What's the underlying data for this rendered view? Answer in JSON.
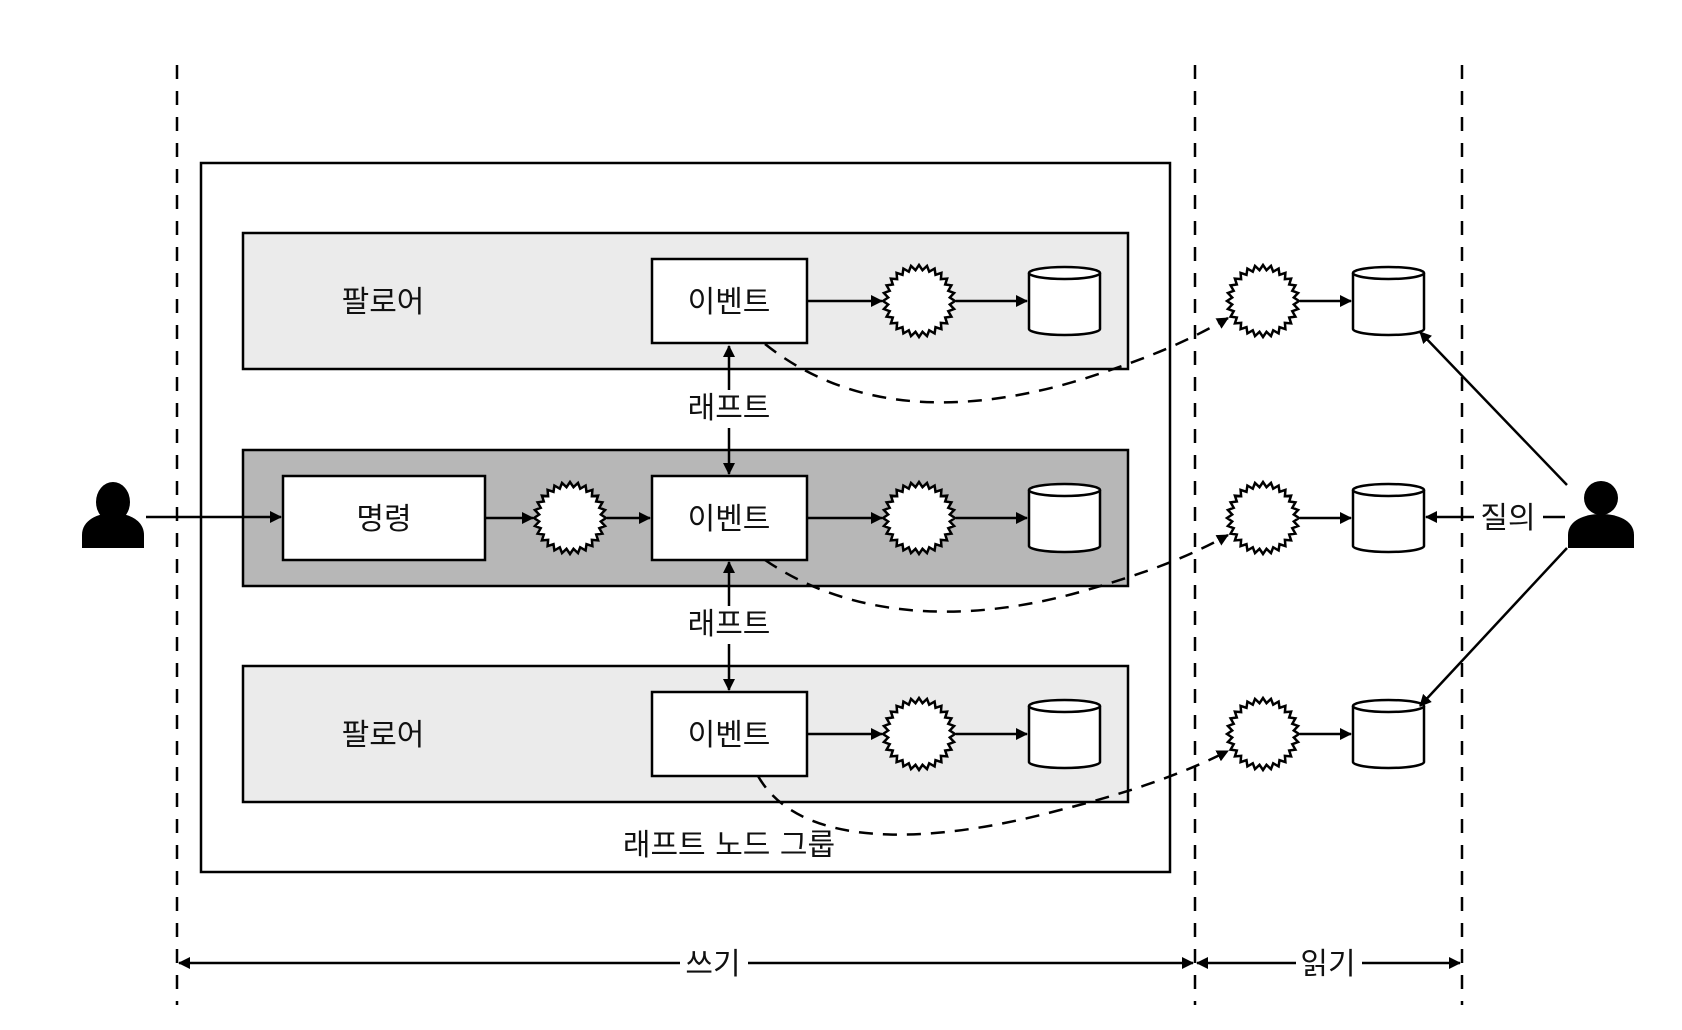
{
  "diagram": {
    "zones": [
      {
        "id": "write",
        "label": "쓰기"
      },
      {
        "id": "read",
        "label": "읽기"
      }
    ],
    "raft_group": {
      "label": "래프트 노드 그룹",
      "rows": [
        {
          "id": "follower-top",
          "role": "팔로어",
          "shade": "#ebebeb",
          "event_label": "이벤트"
        },
        {
          "id": "leader",
          "role": "",
          "shade": "#b7b7b7",
          "command_label": "명령",
          "event_label": "이벤트"
        },
        {
          "id": "follower-bottom",
          "role": "팔로어",
          "shade": "#ebebeb",
          "event_label": "이벤트"
        }
      ],
      "raft_links": [
        "래프트",
        "래프트"
      ]
    },
    "query_label": "질의",
    "actors": [
      {
        "id": "writer",
        "icon": "user-icon",
        "side": "left"
      },
      {
        "id": "reader",
        "icon": "user-icon",
        "side": "right"
      }
    ],
    "node_icons": {
      "event_stream": "burst-icon",
      "store": "database-cylinder-icon"
    }
  }
}
